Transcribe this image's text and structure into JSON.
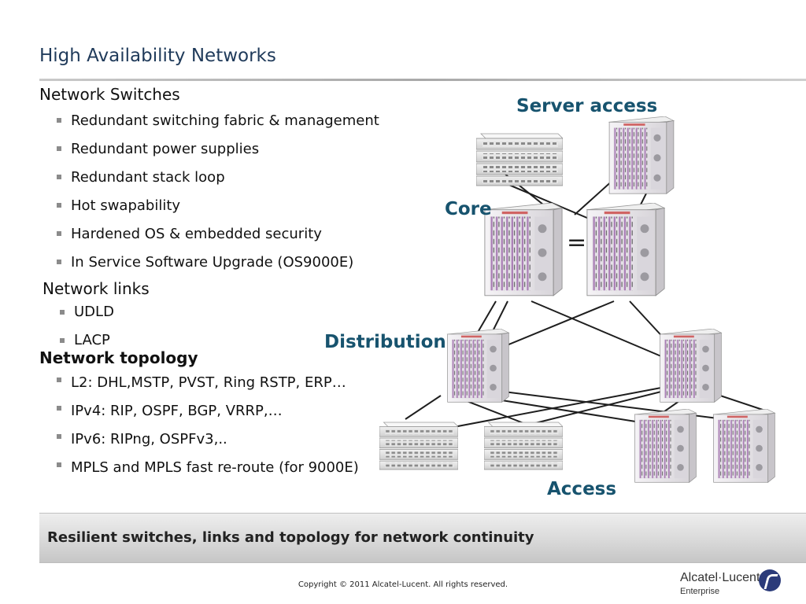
{
  "slide": {
    "title": "High Availability Networks"
  },
  "sections": [
    {
      "heading": "Network Switches",
      "bold": false,
      "items": [
        "Redundant switching fabric & management",
        "Redundant power supplies",
        "Redundant stack loop",
        "Hot swapability",
        "Hardened OS & embedded security",
        "In Service Software Upgrade (OS9000E)"
      ]
    },
    {
      "heading": "Network links",
      "bold": false,
      "items": [
        "UDLD",
        "LACP"
      ]
    },
    {
      "heading": "Network topology",
      "bold": true,
      "items": [
        "L2: DHL,MSTP, PVST, Ring RSTP, ERP…",
        "IPv4: RIP, OSPF, BGP, VRRP,…",
        "IPv6: RIPng, OSPFv3,..",
        "MPLS and MPLS fast re-route (for 9000E)"
      ]
    }
  ],
  "diagram": {
    "labels": {
      "server_access": "Server access",
      "core": "Core",
      "equals": "=",
      "distribution": "Distribution",
      "access": "Access"
    }
  },
  "banner": {
    "text": "Resilient switches, links and topology for network continuity"
  },
  "footer": {
    "copyright": "Copyright © 2011 Alcatel-Lucent. All rights reserved.",
    "brand": "Alcatel·Lucent",
    "brand_sub": "Enterprise",
    "logo_icon": "alcatel-lucent-logo-icon"
  }
}
